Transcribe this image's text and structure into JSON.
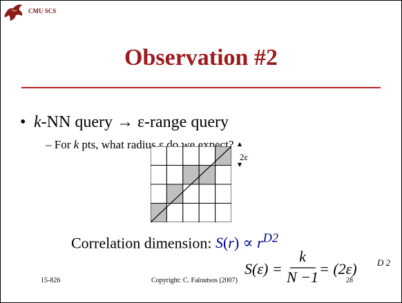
{
  "header": {
    "org": "CMU SCS"
  },
  "slide": {
    "title": "Observation #2",
    "bullet_parts": [
      "k",
      "-NN query → ε-range query"
    ],
    "sub_parts": [
      "– For ",
      "k",
      " pts, what radius ε do we expect?"
    ],
    "eps_label": "2ε",
    "corr_prefix": "Correlation dimension: ",
    "corr_parts": [
      "S",
      "(",
      "r",
      ") ∝ ",
      "r",
      "D2"
    ],
    "formula": {
      "lhs": "S(ε) =",
      "numerator": "k",
      "denominator": "N −1",
      "rhs": "= (2ε)",
      "exponent": "D 2"
    }
  },
  "footer": {
    "left": "15-826",
    "center": "Copyright: C. Faloutsos (2007)",
    "right": "28"
  },
  "colors": {
    "title": "#9b1b1f",
    "org": "#7a1016",
    "rule": "#b22222",
    "cell_fill": "#c0c0c0"
  }
}
